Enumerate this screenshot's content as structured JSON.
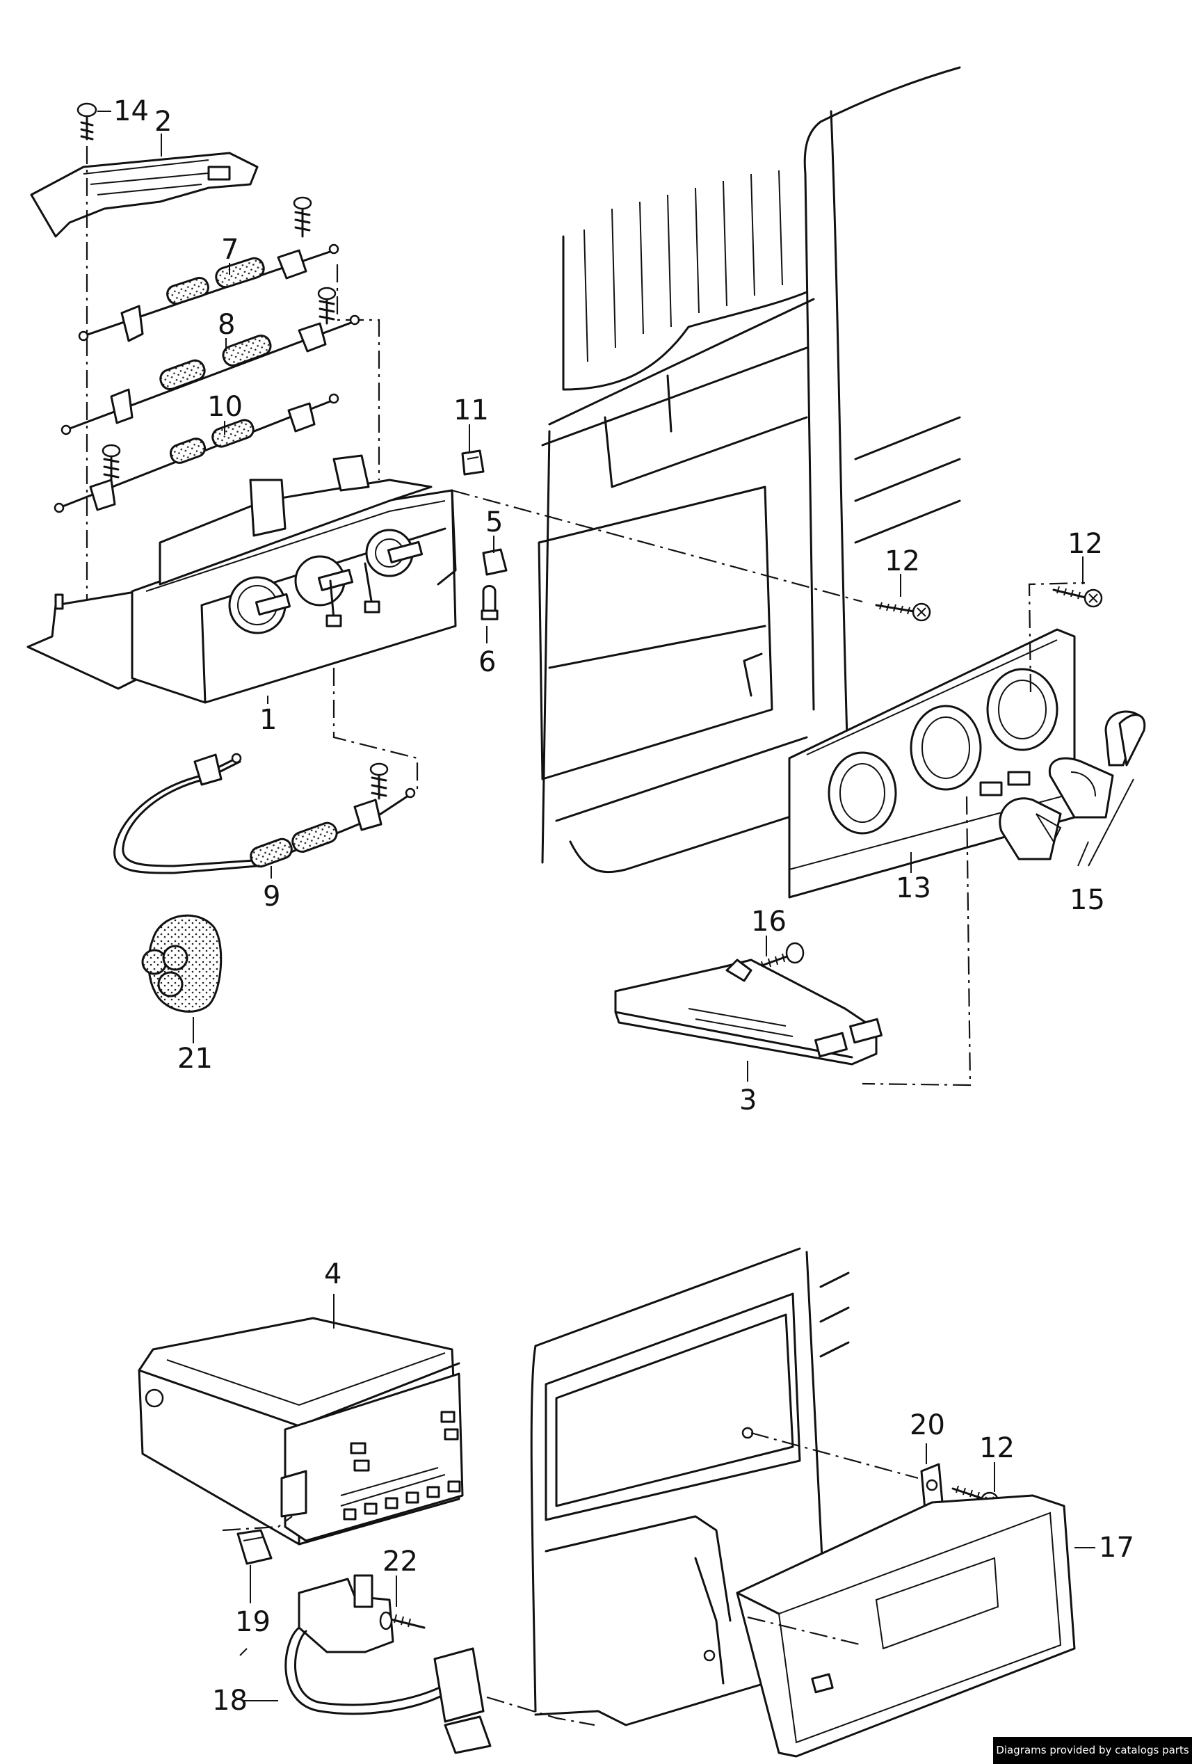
{
  "credit": "Diagrams provided by catalogs parts",
  "labels": {
    "l1": "1",
    "l2": "2",
    "l3": "3",
    "l4": "4",
    "l5": "5",
    "l6": "6",
    "l7": "7",
    "l8": "8",
    "l9": "9",
    "l10": "10",
    "l11": "11",
    "l12a": "12",
    "l12b": "12",
    "l12c": "12",
    "l13": "13",
    "l14": "14",
    "l15": "15",
    "l16": "16",
    "l17": "17",
    "l18": "18",
    "l19": "19",
    "l20": "20",
    "l21": "21",
    "l22": "22"
  }
}
